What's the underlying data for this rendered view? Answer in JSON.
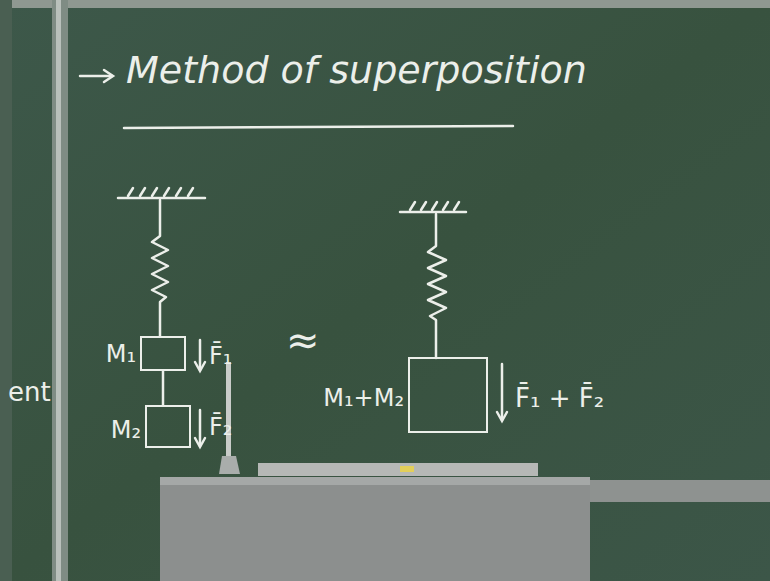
{
  "diagram": {
    "title": "Method of superposition",
    "nodes": [
      {
        "text": [
          "M₁"
        ]
      },
      {
        "text": [
          "M₂"
        ]
      },
      {
        "text": [
          "M₁+M₂"
        ]
      }
    ],
    "edges": [
      {
        "from": 0,
        "to": 1,
        "arrow": "none"
      }
    ],
    "labels": [
      "F̄₁",
      "F̄₂",
      "≈",
      "F̄₁ + F̄₂",
      "ent"
    ]
  }
}
